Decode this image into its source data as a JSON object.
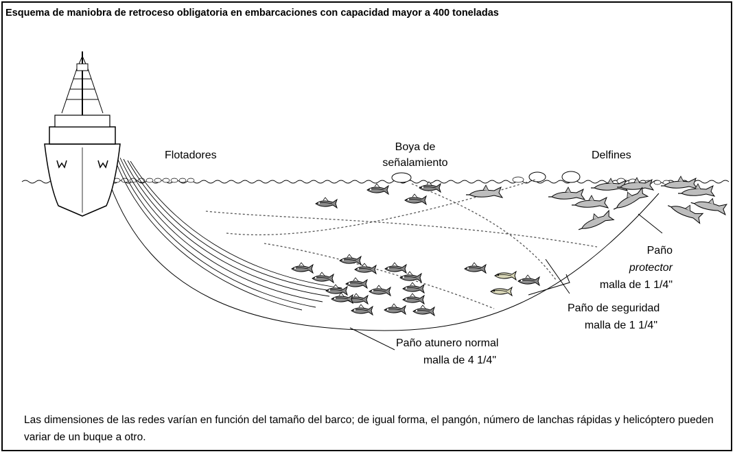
{
  "title": "Esquema de maniobra de retroceso obligatoria en embarcaciones con capacidad mayor a 400 toneladas",
  "labels": {
    "flotadores": "Flotadores",
    "boya_line1": "Boya de",
    "boya_line2": "señalamiento",
    "delfines": "Delfines",
    "protector_line1": "Paño",
    "protector_line2": "protector",
    "protector_line3": "malla de 1 1/4\"",
    "seguridad_line1": "Paño de seguridad",
    "seguridad_line2": "malla de 1 1/4\"",
    "atunero_line1": "Paño atunero normal",
    "atunero_line2": "malla de 4 1/4\""
  },
  "footnote": "Las dimensiones  de las redes varían en función del tamaño del barco; de igual forma, el pangón, número de lanchas rápidas y helicóptero pueden variar de un buque a otro."
}
